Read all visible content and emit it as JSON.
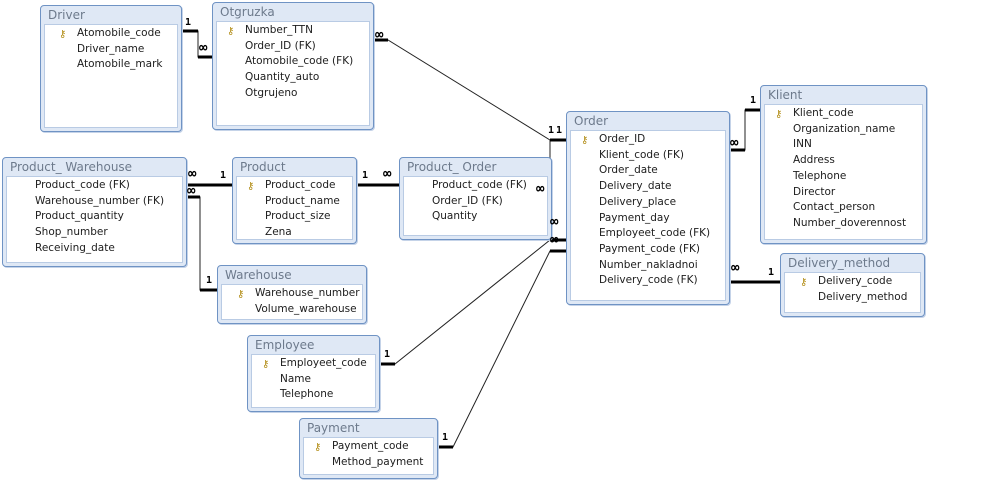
{
  "tables": [
    {
      "name": "Driver",
      "fields": [
        "Atomobile_code",
        "Driver_name",
        "Atomobile_mark"
      ],
      "keys": [
        0
      ]
    },
    {
      "name": "Otgruzka",
      "fields": [
        "Number_TTN",
        "Order_ID (FK)",
        "Atomobile_code (FK)",
        "Quantity_auto",
        "Otgrujeno"
      ],
      "keys": [
        0
      ]
    },
    {
      "name": "Product_ Warehouse",
      "fields": [
        "Product_code (FK)",
        "Warehouse_number (FK)",
        "Product_quantity",
        "Shop_number",
        "Receiving_date"
      ],
      "keys": []
    },
    {
      "name": "Product",
      "fields": [
        "Product_code",
        "Product_name",
        "Product_size",
        "Zena"
      ],
      "keys": [
        0
      ]
    },
    {
      "name": "Product_ Order",
      "fields": [
        "Product_code (FK)",
        "Order_ID (FK)",
        "Quantity"
      ],
      "keys": []
    },
    {
      "name": "Warehouse",
      "fields": [
        "Warehouse_number",
        "Volume_warehouse"
      ],
      "keys": [
        0
      ]
    },
    {
      "name": "Order",
      "fields": [
        "Order_ID",
        "Klient_code (FK)",
        "Order_date",
        "Delivery_date",
        "Delivery_place",
        "Payment_day",
        "Employeet_code (FK)",
        "Payment_code (FK)",
        "Number_nakladnoi",
        "Delivery_code (FK)"
      ],
      "keys": [
        0
      ]
    },
    {
      "name": "Klient",
      "fields": [
        "Klient_code",
        "Organization_name",
        "INN",
        "Address",
        "Telephone",
        "Director",
        "Contact_person",
        "Number_doverennost"
      ],
      "keys": [
        0
      ]
    },
    {
      "name": "Delivery_method",
      "fields": [
        "Delivery_code",
        "Delivery_method"
      ],
      "keys": [
        0
      ]
    },
    {
      "name": "Employee",
      "fields": [
        "Employeet_code",
        "Name",
        "Telephone"
      ],
      "keys": [
        0
      ]
    },
    {
      "name": "Payment",
      "fields": [
        "Payment_code",
        "Method_payment"
      ],
      "keys": [
        0
      ]
    }
  ],
  "relationships": [
    {
      "from": "Driver",
      "to": "Otgruzka",
      "one": "1",
      "many": "∞"
    },
    {
      "from": "Order",
      "to": "Otgruzka",
      "one": "1",
      "many": "∞"
    },
    {
      "from": "Product",
      "to": "Product_ Warehouse",
      "one": "1",
      "many": "∞"
    },
    {
      "from": "Product",
      "to": "Product_ Order",
      "one": "1",
      "many": "∞"
    },
    {
      "from": "Order",
      "to": "Product_ Order",
      "one": "1",
      "many": "∞"
    },
    {
      "from": "Warehouse",
      "to": "Product_ Warehouse",
      "one": "1",
      "many": "∞"
    },
    {
      "from": "Employee",
      "to": "Order",
      "one": "1",
      "many": "∞"
    },
    {
      "from": "Payment",
      "to": "Order",
      "one": "1",
      "many": "∞"
    },
    {
      "from": "Klient",
      "to": "Order",
      "one": "1",
      "many": "∞"
    },
    {
      "from": "Delivery_method",
      "to": "Order",
      "one": "1",
      "many": "∞"
    }
  ]
}
